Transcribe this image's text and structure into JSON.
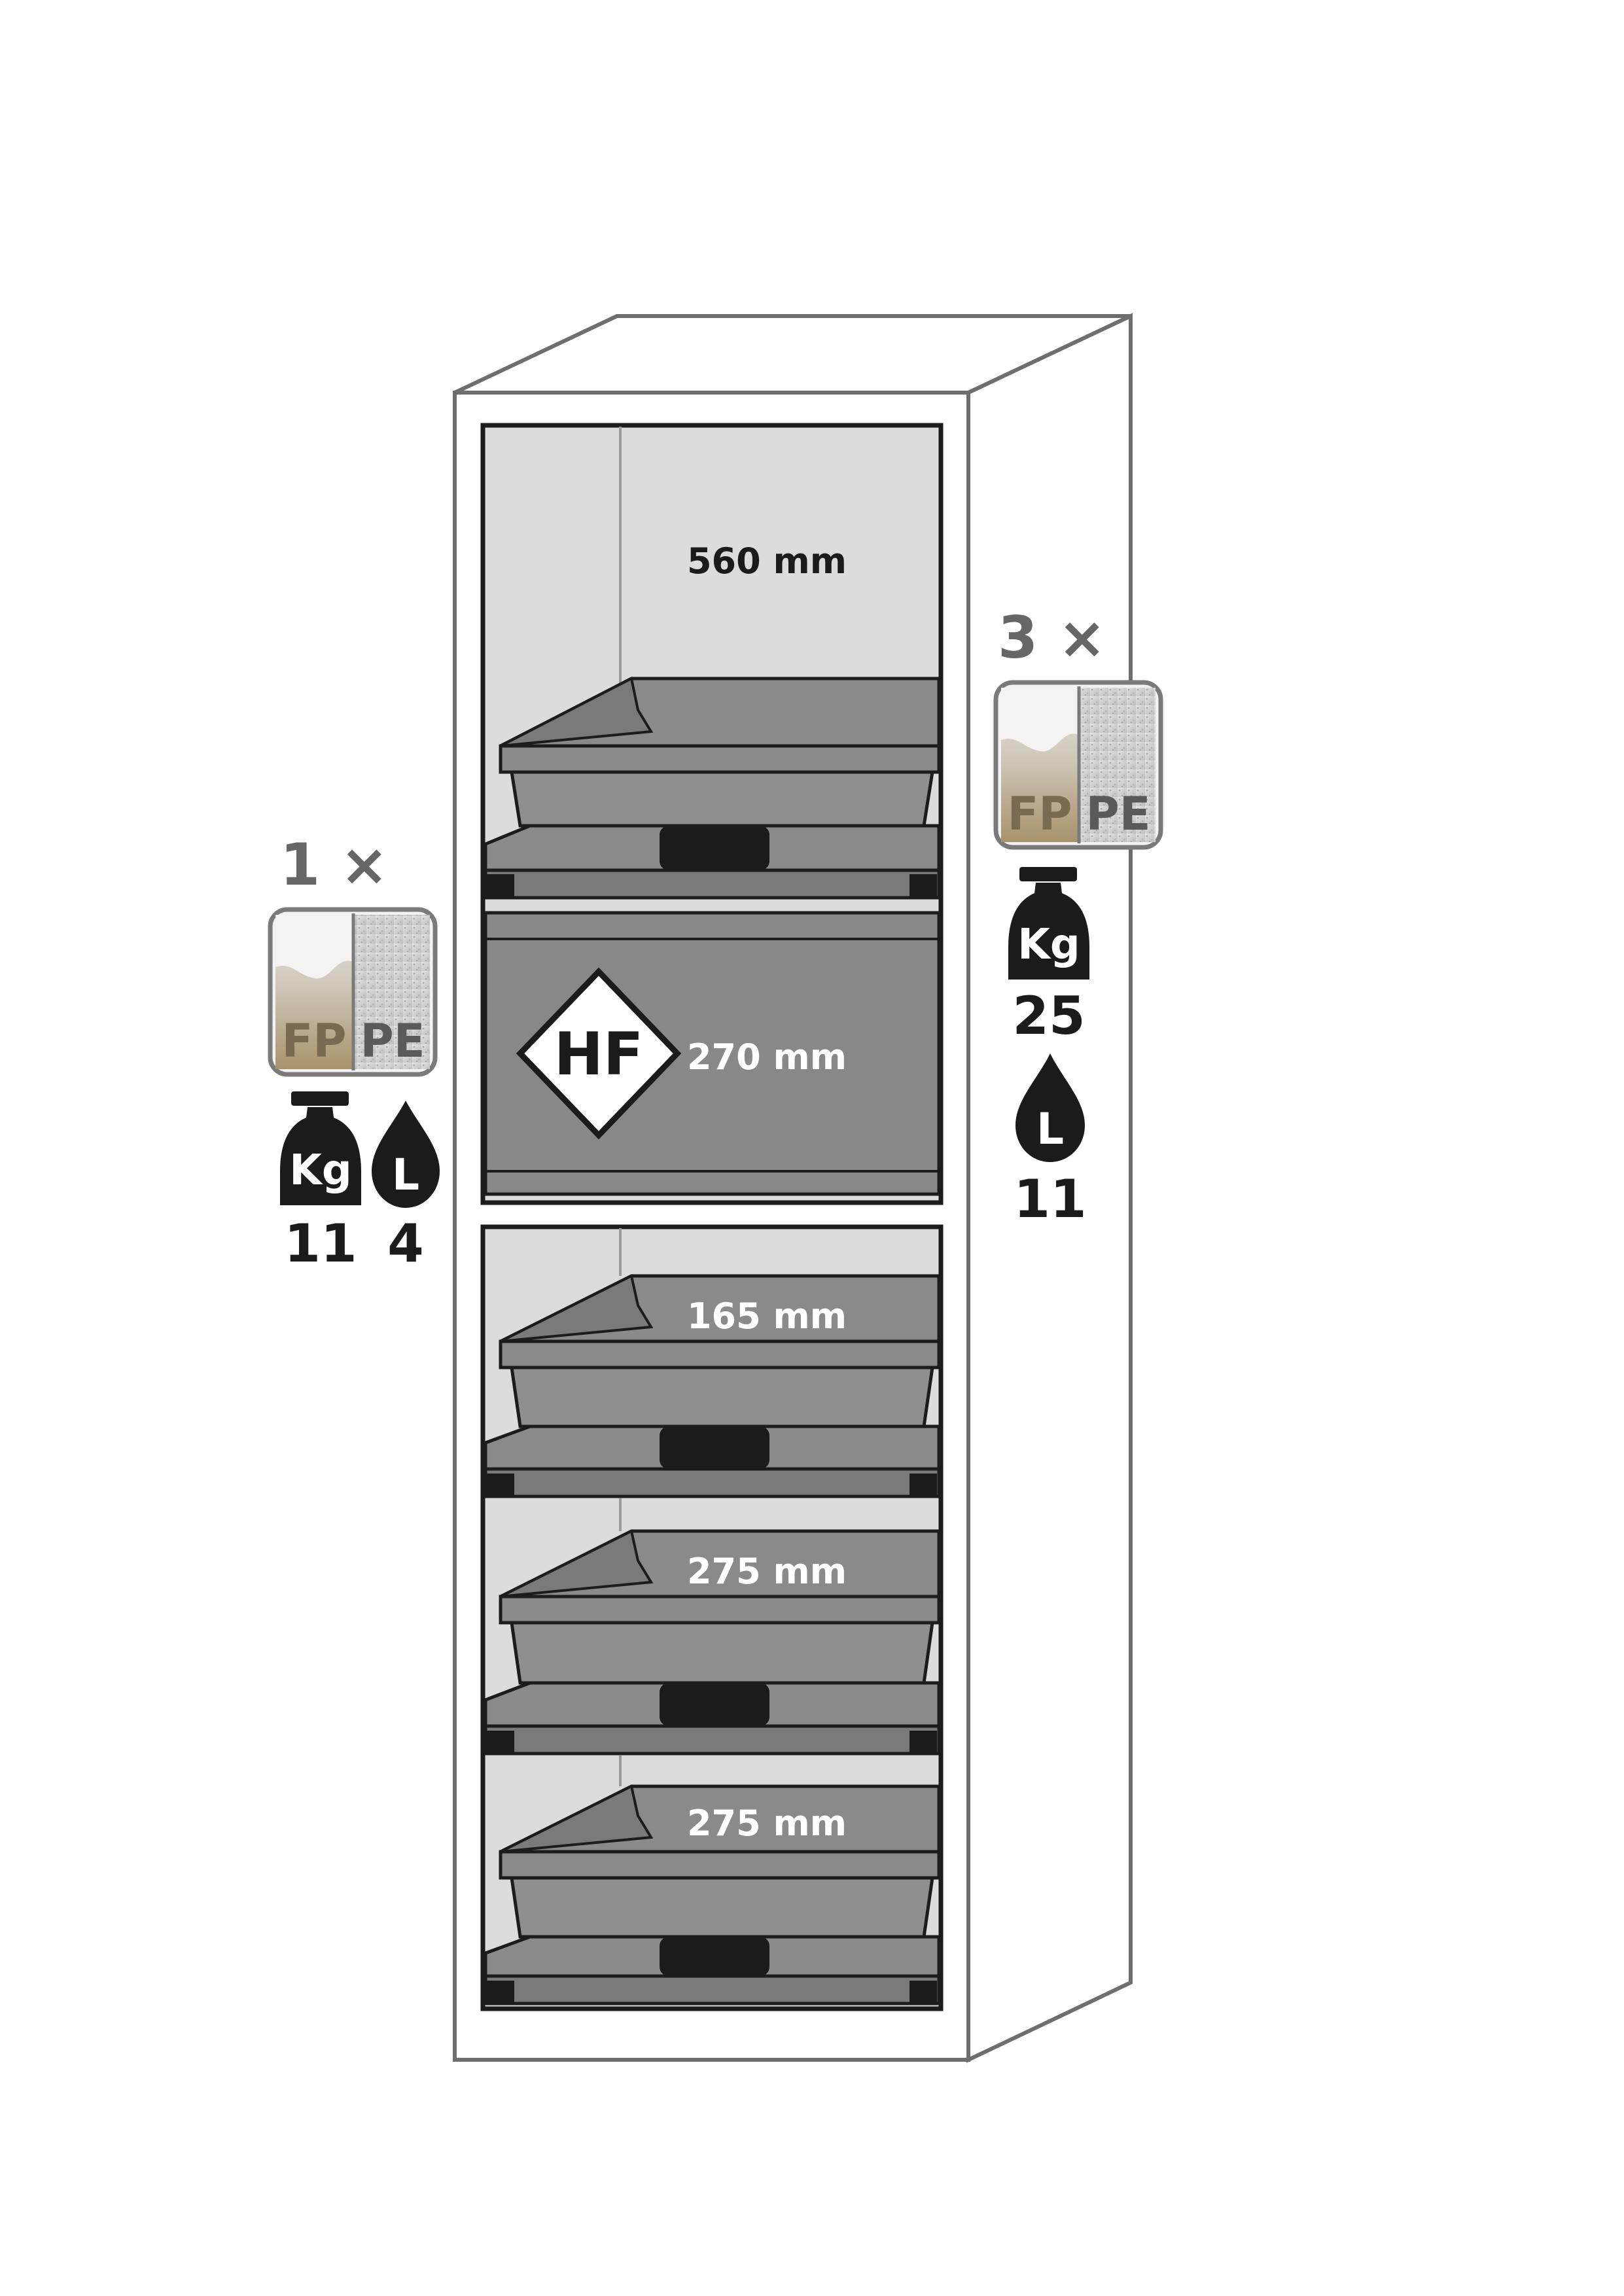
{
  "colors": {
    "outline": "#6e6e6e",
    "frame": "#1c1c1c",
    "interior": "#dcdcdc",
    "tray": "#8a8a8a",
    "tray_dark": "#6f6f6f",
    "hf_panel": "#888888",
    "icon_dark": "#1b1b1b",
    "label_grey": "#666666",
    "fp_brown": "#7a6a50",
    "pe_grey": "#5a5a5a"
  },
  "cabinet": {
    "compartments": [
      {
        "type": "shelf",
        "height_label": "560 mm"
      },
      {
        "type": "hf-drawer",
        "height_label": "270 mm",
        "badge": "HF"
      },
      {
        "type": "shelf",
        "height_label": "165 mm"
      },
      {
        "type": "shelf",
        "height_label": "275 mm"
      },
      {
        "type": "shelf",
        "height_label": "275 mm"
      }
    ]
  },
  "left_spec": {
    "quantity": "1 ×",
    "badge_left": "FP",
    "badge_right": "PE",
    "weight_icon_label": "Kg",
    "weight_value": "11",
    "volume_icon_label": "L",
    "volume_value": "4"
  },
  "right_spec": {
    "quantity": "3 ×",
    "badge_left": "FP",
    "badge_right": "PE",
    "weight_icon_label": "Kg",
    "weight_value": "25",
    "volume_icon_label": "L",
    "volume_value": "11"
  },
  "icons": [
    "weight-icon",
    "drop-icon",
    "hf-hazard-diamond-icon",
    "material-badge-icon"
  ]
}
